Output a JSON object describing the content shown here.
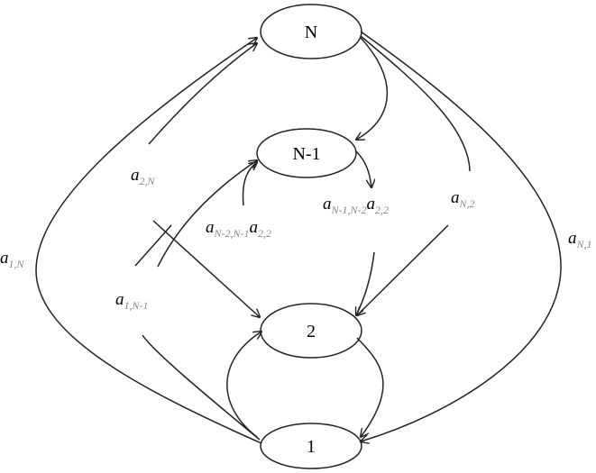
{
  "nodes": {
    "n": "N",
    "n_minus_1": "N-1",
    "two": "2",
    "one": "1"
  },
  "edges": {
    "a_1N": {
      "base": "a",
      "sub": "1,N"
    },
    "a_1N1": {
      "base": "a",
      "sub": "1,N-1"
    },
    "a_2N": {
      "base": "a",
      "sub": "2,N"
    },
    "a_N2N1": {
      "base": "a",
      "sub": "N-2,N-1",
      "base2": "a",
      "sub2": "2,2"
    },
    "a_N1N2": {
      "base": "a",
      "sub": "N-1,N-2",
      "base2": "a",
      "sub2": "2,2"
    },
    "a_N2": {
      "base": "a",
      "sub": "N,2"
    },
    "a_N1": {
      "base": "a",
      "sub": "N,1"
    }
  }
}
